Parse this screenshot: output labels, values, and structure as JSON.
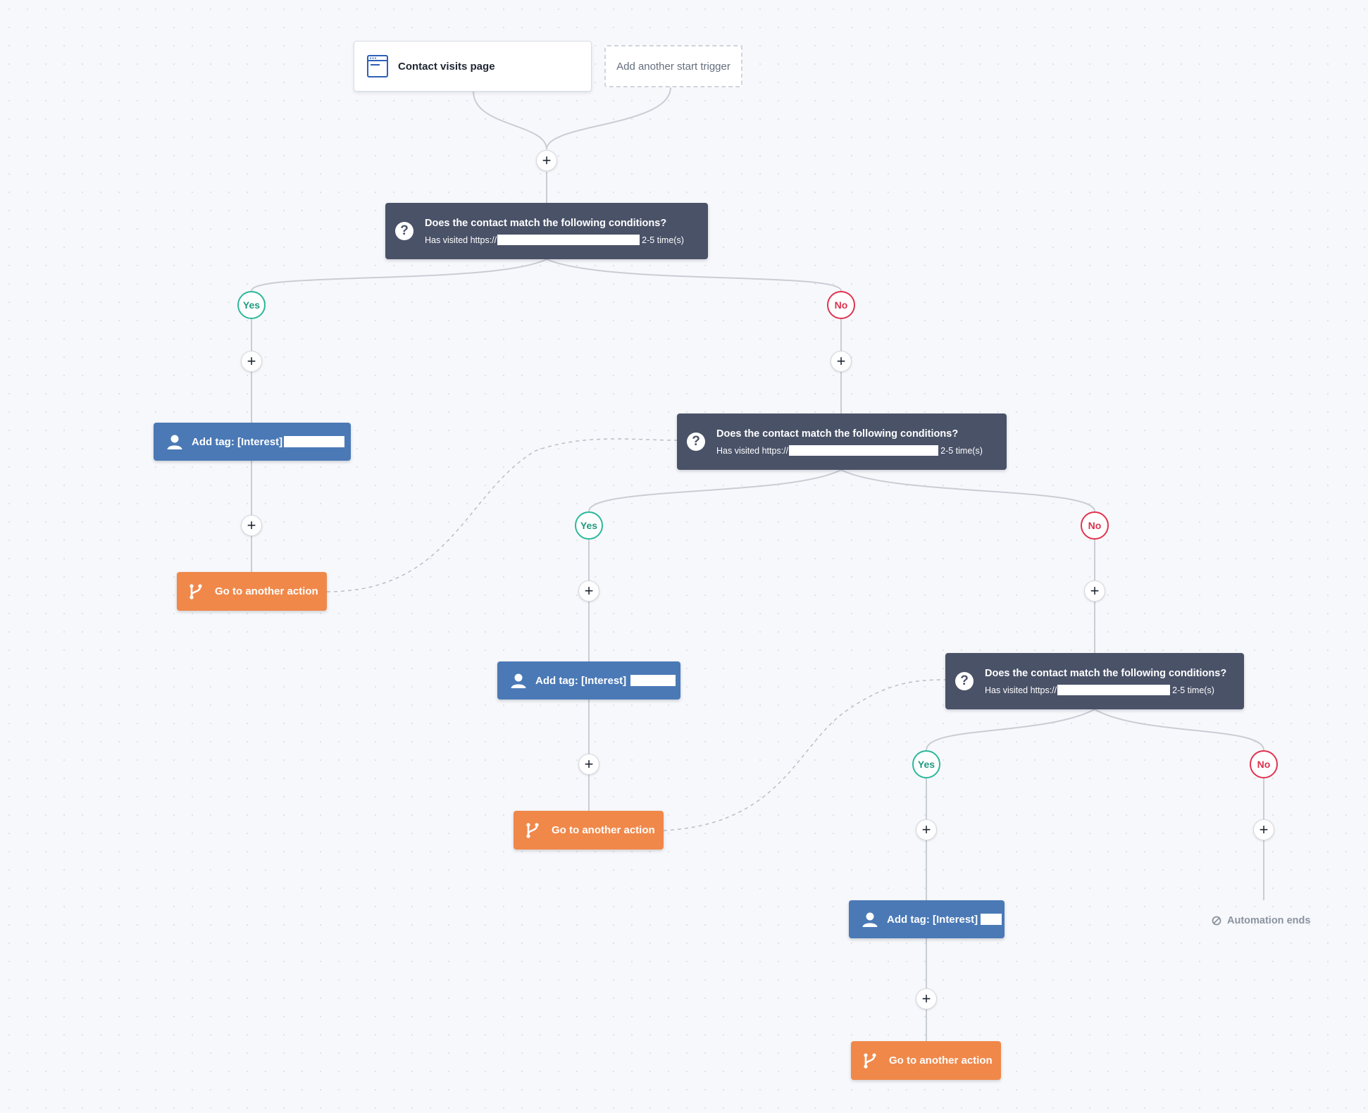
{
  "trigger": {
    "label": "Contact visits page",
    "add_label": "Add another start trigger"
  },
  "conditions": [
    {
      "title": "Does the contact match the following conditions?",
      "prefix": "Has visited https://",
      "suffix": "2-5 time(s)"
    },
    {
      "title": "Does the contact match the following conditions?",
      "prefix": "Has visited https://",
      "suffix": "2-5 time(s)"
    },
    {
      "title": "Does the contact match the following conditions?",
      "prefix": "Has visited https://",
      "suffix": "2-5 time(s)"
    }
  ],
  "branch": {
    "yes": "Yes",
    "no": "No"
  },
  "actions": {
    "add_tag": "Add tag: [Interest]",
    "go_to": "Go to another action",
    "plus": "+",
    "ends": "Automation ends"
  },
  "colors": {
    "condition": "#4a5268",
    "add_tag": "#4a79b6",
    "go_to": "#f0884a",
    "yes": "#2bb89a",
    "no": "#e0334f",
    "connector": "#c9cdd4"
  },
  "icons": [
    "browser-page-icon",
    "question-icon",
    "user-icon",
    "branch-icon",
    "plus-icon",
    "ban-icon"
  ]
}
